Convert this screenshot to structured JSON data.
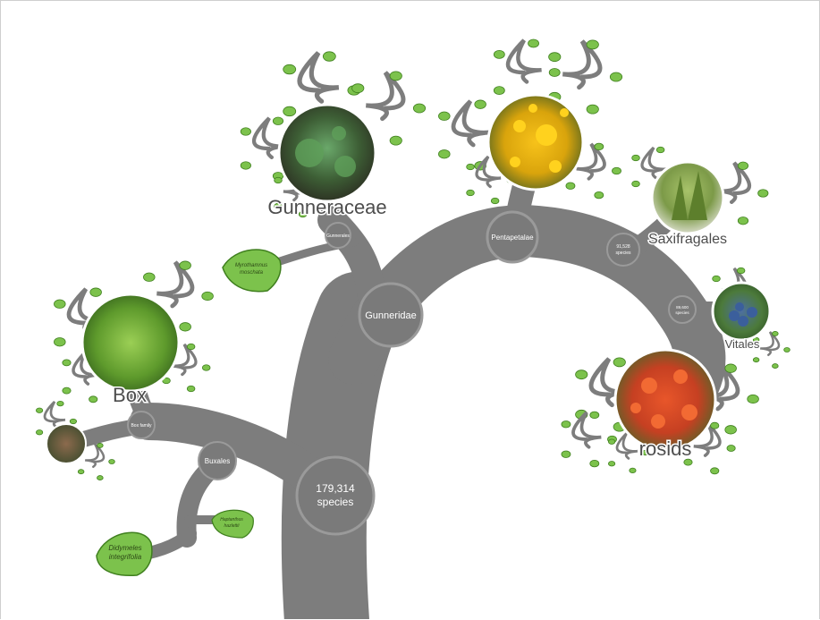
{
  "tree": {
    "root": {
      "count": "179,314",
      "unit": "species"
    },
    "nodes": {
      "gunneridae": "Gunneridae",
      "pentapetalae": "Pentapetalae",
      "buxales": "Buxales",
      "gunnerales": "Gunnerales",
      "box_family": "Box family",
      "saxifragales_count": "91,528",
      "saxifragales_unit": "species",
      "vitales_count": "89,600",
      "vitales_unit": "species"
    },
    "clades": {
      "gunneraceae": "Gunneraceae",
      "box": "Box",
      "saxifragales": "Saxifragales",
      "vitales": "Vitales",
      "rosids": "rosids"
    },
    "leaves": {
      "myrothamnus_1": "Myrothamnus",
      "myrothamnus_2": "moschata",
      "didymeles_1": "Didymeles",
      "didymeles_2": "integrifolia",
      "haptanthus_1": "Haptanthus",
      "haptanthus_2": "hazlettii"
    },
    "colors": {
      "branch": "#7d7d7d",
      "node_fill": "#777777",
      "node_ring": "#999999",
      "leaf": "#7cc24c",
      "leaf_dark": "#3f7f1e",
      "label": "#4d4d4d"
    }
  }
}
